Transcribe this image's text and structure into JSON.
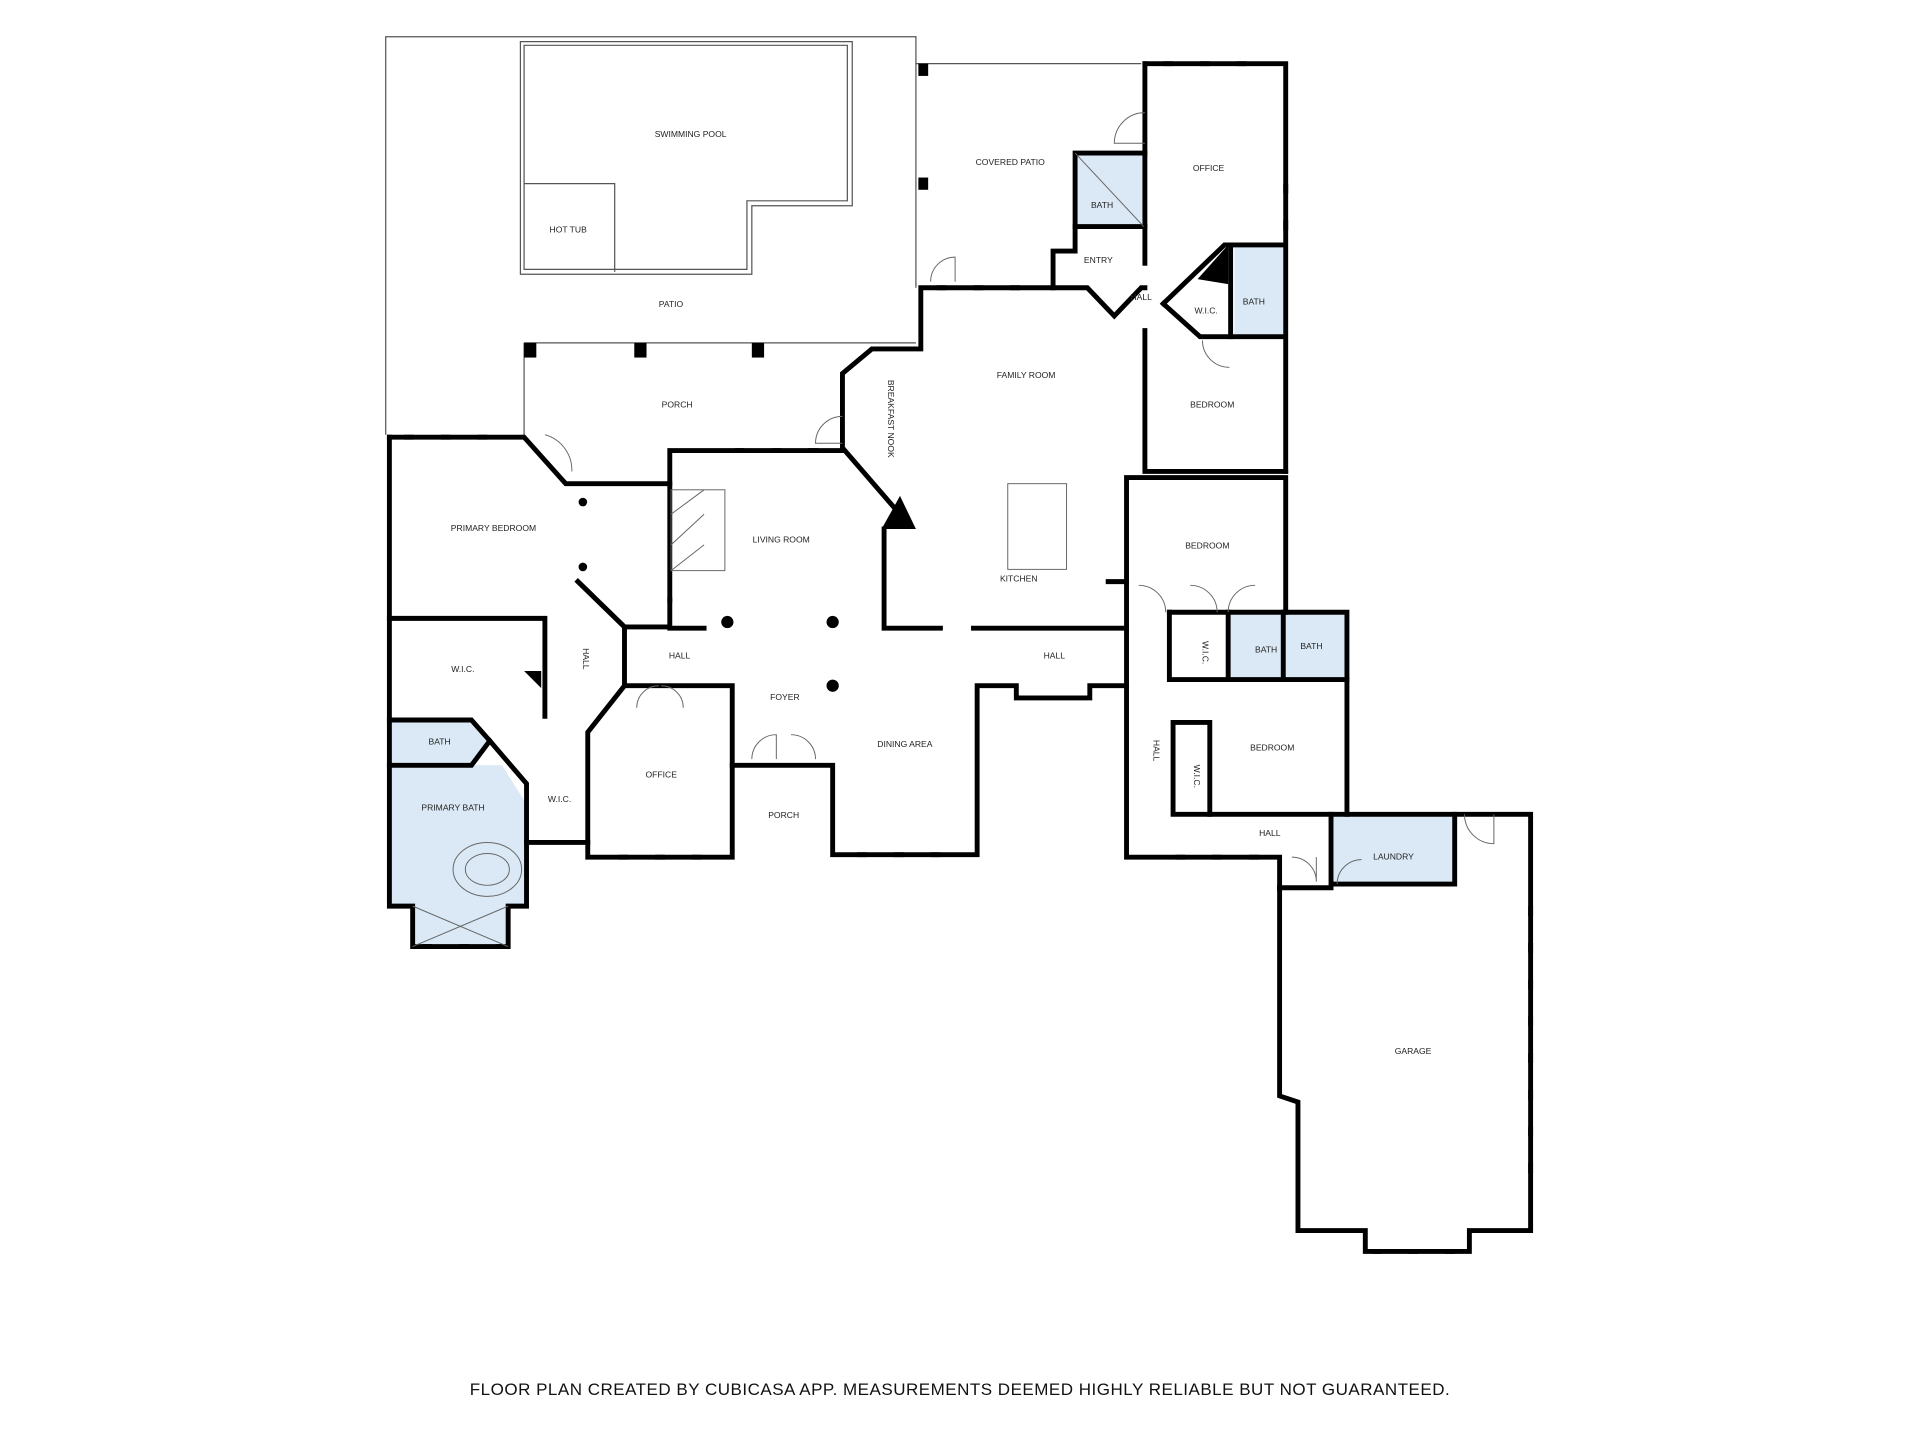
{
  "rooms": {
    "swimming_pool": "SWIMMING POOL",
    "hot_tub": "HOT TUB",
    "patio": "PATIO",
    "covered_patio": "COVERED PATIO",
    "office_top": "OFFICE",
    "bath_top": "BATH",
    "entry": "ENTRY",
    "hall_top": "HALL",
    "wic_top": "W.I.C.",
    "bath_top_right": "BATH",
    "porch_top": "PORCH",
    "breakfast_nook": "BREAKFAST NOOK",
    "family_room": "FAMILY ROOM",
    "bedroom_top": "BEDROOM",
    "primary_bedroom": "PRIMARY BEDROOM",
    "living_room": "LIVING ROOM",
    "kitchen": "KITCHEN",
    "bedroom_mid": "BEDROOM",
    "wic_left": "W.I.C.",
    "hall_left": "HALL",
    "hall_center": "HALL",
    "hall_kitchen": "HALL",
    "foyer": "FOYER",
    "wic_mid": "W.I.C.",
    "bath_mid": "BATH",
    "bath_mid_right": "BATH",
    "bath_primary_small": "BATH",
    "primary_bath": "PRIMARY BATH",
    "wic_primary": "W.I.C.",
    "office_bottom": "OFFICE",
    "porch_bottom": "PORCH",
    "dining_area": "DINING AREA",
    "hall_right_vertical": "HALL",
    "wic_bedroom": "W.I.C.",
    "bedroom_bottom": "BEDROOM",
    "hall_bottom": "HALL",
    "laundry": "LAUNDRY",
    "garage": "GARAGE"
  },
  "footer": "FLOOR PLAN CREATED BY CUBICASA APP. MEASUREMENTS DEEMED HIGHLY RELIABLE BUT NOT GUARANTEED.",
  "colors": {
    "wall": "#000000",
    "wet_room": "#dbe9f6"
  }
}
